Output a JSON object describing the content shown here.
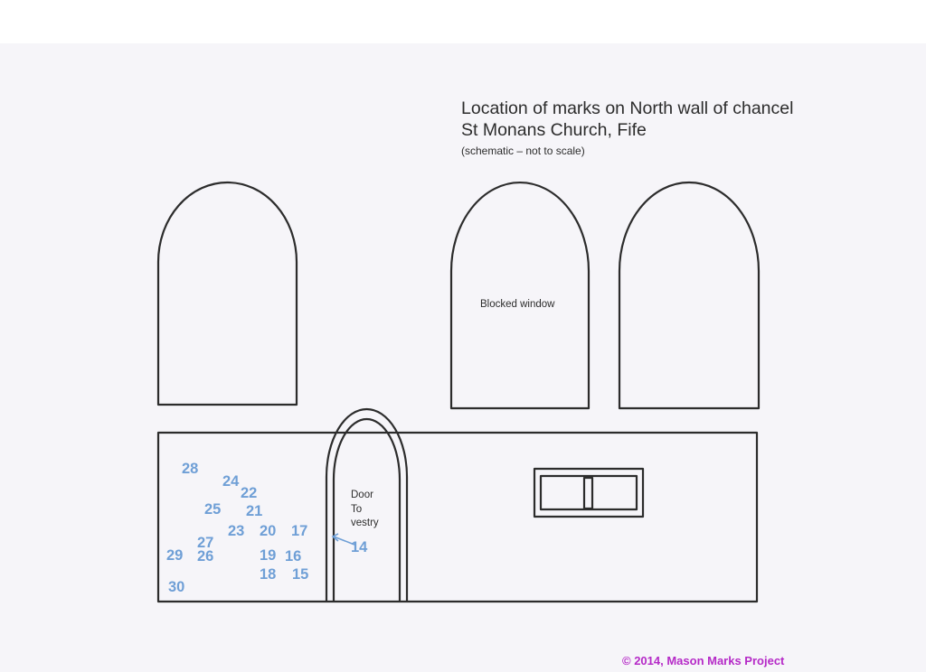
{
  "title": {
    "line1": "Location of marks on North wall of chancel",
    "line2": "St Monans Church, Fife",
    "note": "(schematic – not to scale)"
  },
  "labels": {
    "blocked_window": "Blocked window",
    "door_line1": "Door",
    "door_line2": "To",
    "door_line3": "vestry"
  },
  "marks": [
    "28",
    "24",
    "22",
    "25",
    "21",
    "23",
    "20",
    "17",
    "27",
    "29",
    "26",
    "19",
    "16",
    "14",
    "18",
    "15",
    "30"
  ],
  "copyright": "© 2014, Mason Marks Project",
  "colors": {
    "line": "#2c2c2c",
    "mark_numbers": "#6f9fd6",
    "copyright": "#b52ac7",
    "paper": "#f6f5f9"
  }
}
